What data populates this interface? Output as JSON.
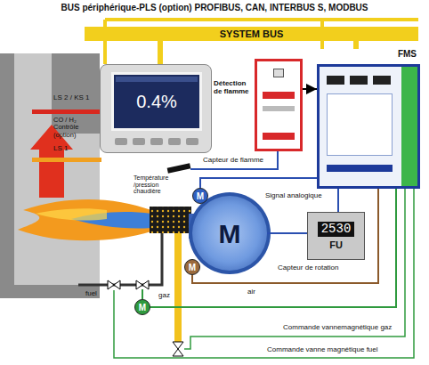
{
  "diagram": {
    "title": "BUS périphérique-PLS (option) PROFIBUS, CAN, INTERBUS S, MODBUS",
    "nodes": [
      {
        "text": [
          "SYSTEM BUS"
        ]
      },
      {
        "text": [
          "0.4%"
        ]
      },
      {
        "text": [
          "Détection de flamme"
        ]
      },
      {
        "text": [
          "FMS"
        ]
      },
      {
        "text": [
          "2530",
          "FU"
        ]
      },
      {
        "text": [
          "M"
        ]
      },
      {
        "text": [
          "M"
        ]
      },
      {
        "text": [
          "M"
        ]
      },
      {
        "text": [
          "M"
        ]
      }
    ],
    "edges": [
      {
        "from": 0,
        "to": 1,
        "arrow": "none"
      },
      {
        "from": 0,
        "to": 3,
        "arrow": "none"
      },
      {
        "from": 2,
        "to": 3,
        "arrow": "to"
      },
      {
        "from": 3,
        "to": 6,
        "arrow": "none"
      },
      {
        "from": 3,
        "to": 4,
        "arrow": "none"
      },
      {
        "from": 4,
        "to": 5,
        "arrow": "none"
      },
      {
        "from": 3,
        "to": 7,
        "arrow": "none"
      },
      {
        "from": 3,
        "to": 8,
        "arrow": "none"
      }
    ],
    "labels": [
      "LS 2 / KS 1",
      "CO / H₂ Contrôle (option)",
      "LS 1",
      "Capteur de flamme",
      "Température /pression chaudière",
      "Signal analogique",
      "Capteur de rotation",
      "fuel",
      "gaz",
      "air",
      "Commande vannemagnétique gaz",
      "Commande vanne magnétique fuel"
    ]
  }
}
